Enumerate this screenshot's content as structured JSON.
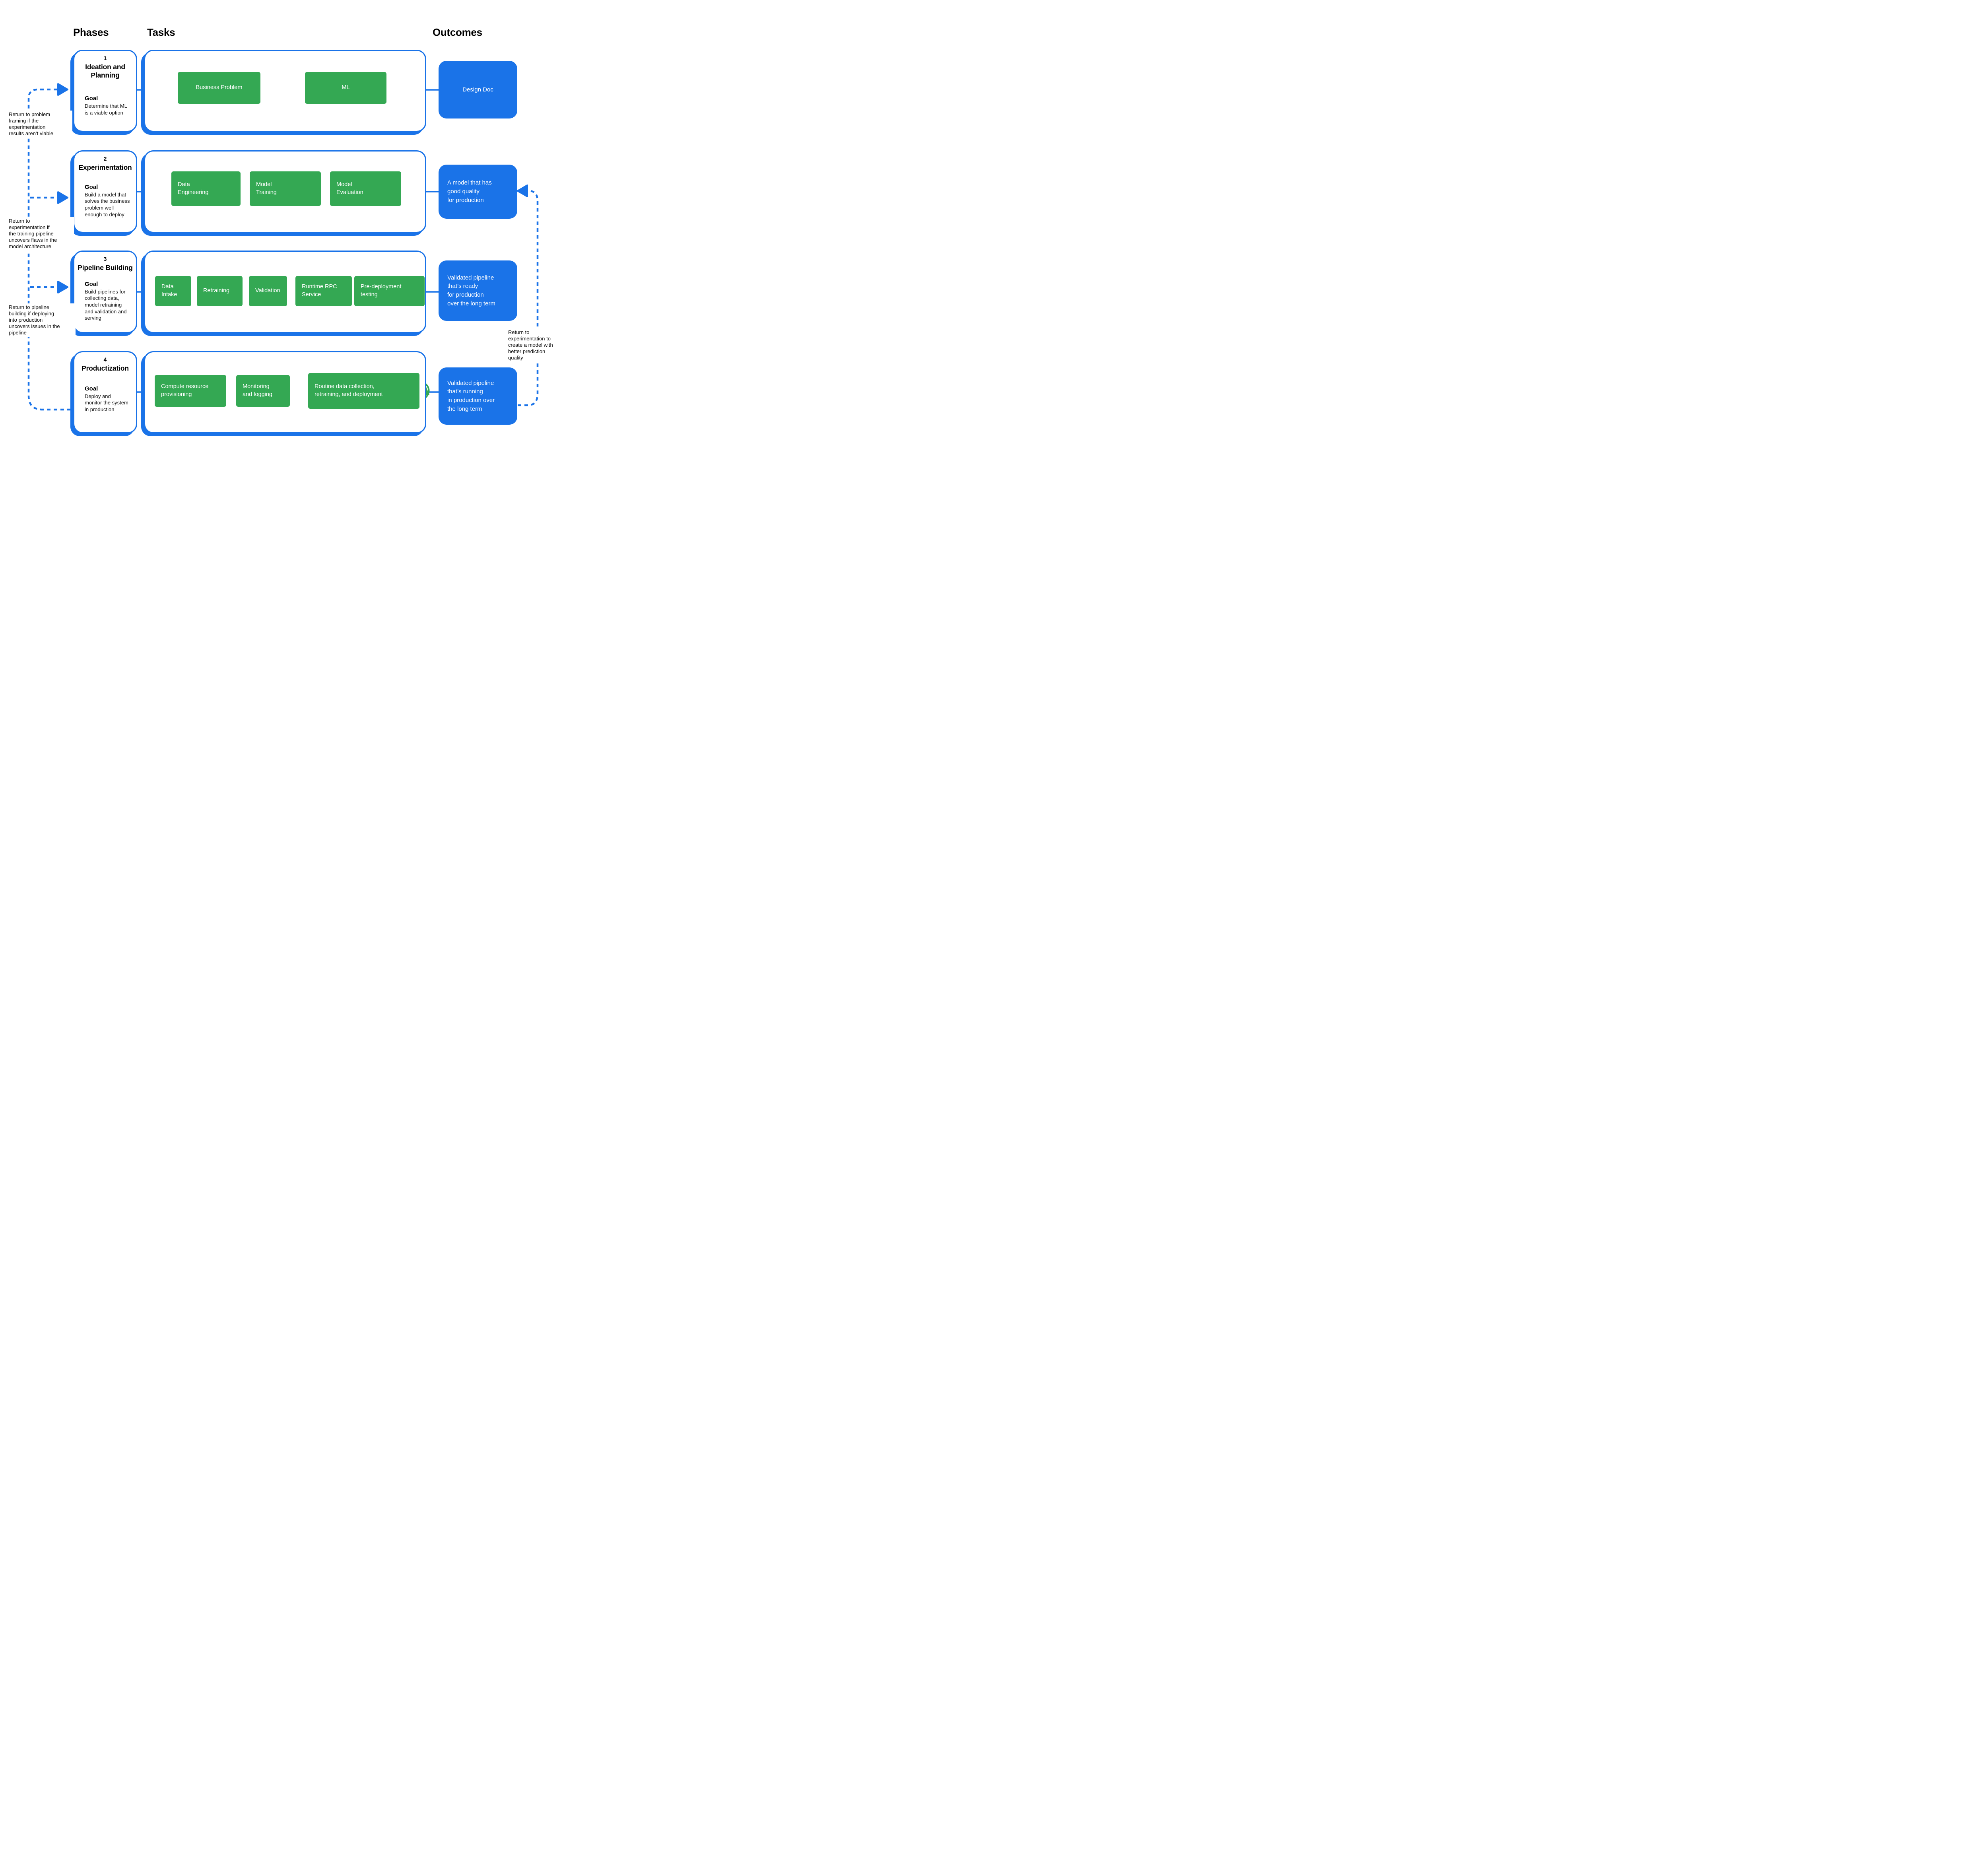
{
  "colors": {
    "blue": "#1a73e8",
    "green": "#34a853",
    "text": "#000000"
  },
  "headers": {
    "phases": "Phases",
    "tasks": "Tasks",
    "outcomes": "Outcomes"
  },
  "phases": [
    {
      "number": "1",
      "title": "Ideation and\nPlanning",
      "goal_label": "Goal",
      "goal": "Determine that ML\nis a viable option"
    },
    {
      "number": "2",
      "title": "Experimentation",
      "goal_label": "Goal",
      "goal": "Build a model that\nsolves the business\nproblem well\nenough to deploy"
    },
    {
      "number": "3",
      "title": "Pipeline Building",
      "goal_label": "Goal",
      "goal": "Build pipelines for\ncollecting data,\nmodel retraining\nand validation and\nserving"
    },
    {
      "number": "4",
      "title": "Productization",
      "goal_label": "Goal",
      "goal": "Deploy and\nmonitor the system\nin production"
    }
  ],
  "tasks": {
    "row1": [
      {
        "label": "Business Problem"
      },
      {
        "label": "ML"
      }
    ],
    "row2": [
      {
        "label": "Data\nEngineering"
      },
      {
        "label": "Model\nTraining"
      },
      {
        "label": "Model\nEvaluation"
      }
    ],
    "row3": [
      {
        "label": "Data\nIntake"
      },
      {
        "label": "Retraining"
      },
      {
        "label": "Validation"
      },
      {
        "label": "Runtime RPC\nService"
      },
      {
        "label": "Pre-deployment\ntesting"
      }
    ],
    "row4": [
      {
        "label": "Compute  resource\nprovisioning"
      },
      {
        "label": "Monitoring\nand logging"
      },
      {
        "label": "Routine data collection,\nretraining, and deployment"
      }
    ]
  },
  "outcomes": [
    {
      "label": "Design Doc"
    },
    {
      "label": "A model that has\ngood quality\nfor production"
    },
    {
      "label": "Validated pipeline\nthat’s ready\nfor production\nover the long term"
    },
    {
      "label": "Validated pipeline\nthat’s running\nin production over\nthe long term"
    }
  ],
  "annotations": {
    "left": [
      {
        "text": "Return to problem\nframing if the\nexperimentation\nresults aren’t viable"
      },
      {
        "text": "Return to\nexperimentation if\nthe training pipeline\nuncovers flaws in the\nmodel architecture"
      },
      {
        "text": "Return to pipeline\nbuilding if deploying\ninto production\nuncovers issues in the\npipeline"
      }
    ],
    "right": {
      "text": "Return to\nexperimentation to\ncreate a model with\nbetter prediction\nquality"
    }
  }
}
